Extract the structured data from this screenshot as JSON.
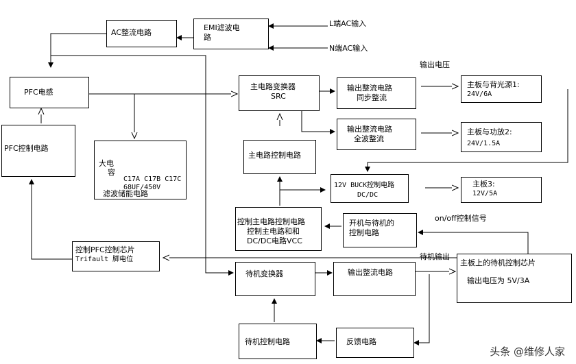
{
  "blocks": {
    "ac_rectifier": "AC整流电路",
    "emi_filter": [
      "EMI滤波电",
      "路"
    ],
    "pfc_inductor": "PFC电感",
    "main_converter": [
      "主电路变换器",
      "SRC"
    ],
    "out_rect_sync": [
      "输出整流电路",
      "同步整流"
    ],
    "out_rect_full": [
      "输出整流电路",
      "全波整流"
    ],
    "board_backlight": [
      "主板与背光源1:",
      "24V/6A"
    ],
    "board_amp": [
      "主板与功放2:",
      "24V/1.5A"
    ],
    "pfc_control": "PFC控制电路",
    "storage_cap": {
      "label_top": "大电",
      "label_bot": "容",
      "parts": "C17A C17B C17C",
      "spec": "68UF/450V",
      "caption": "滤波储能电路"
    },
    "main_ctrl": "主电路控制电路",
    "buck": [
      "12V BUCK控制电路",
      "DC/DC"
    ],
    "board3": [
      "主板3:",
      "12V/5A"
    ],
    "ctrl_main_ctrl": [
      "控制主电路控制电路",
      "控制主电路和和",
      "DC/DC电路VCC"
    ],
    "power_standby": [
      "开机与待机的",
      "控制电路"
    ],
    "ctrl_pfc_chip": [
      "控制PFC控制芯片",
      "Trifault 脚电位"
    ],
    "standby_converter": "待机变换器",
    "standby_out_rect": "输出整流电路",
    "standby_chip": [
      "主板上的待机控制芯片",
      "输出电压为 5V/3A"
    ],
    "standby_ctrl": "待机控制电路",
    "feedback": "反馈电路"
  },
  "labels": {
    "l_input": "L端AC输入",
    "n_input": "N端AC输入",
    "output_voltage": "输出电压",
    "onoff_signal": "on/off控制信号",
    "standby_output": "待机输出"
  },
  "watermark": "头条 @维修人家"
}
